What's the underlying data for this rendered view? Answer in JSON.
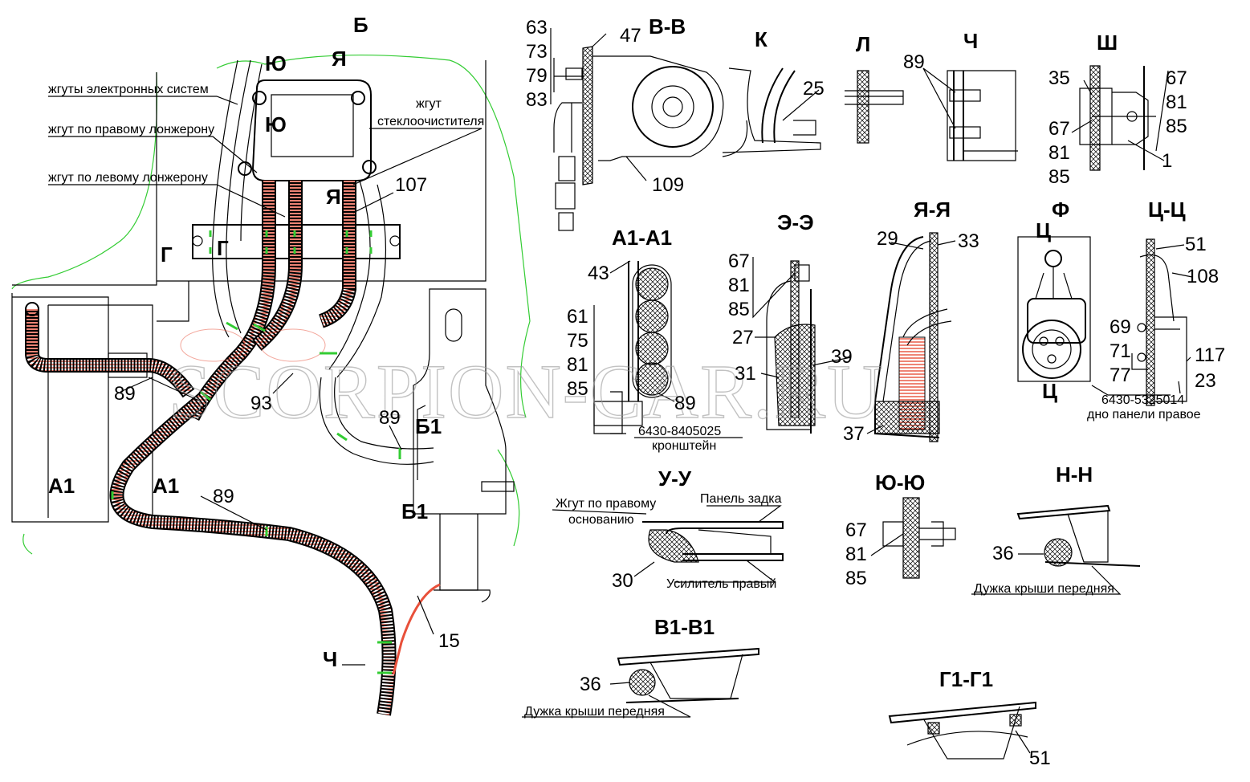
{
  "watermark": "SCORPION-CAR.RU",
  "section_titles": {
    "b": "Б",
    "v_v": "В-В",
    "k": "К",
    "l": "Л",
    "ch": "Ч",
    "sh": "Ш",
    "a1_a1": "А1-А1",
    "e_e": "Э-Э",
    "ya_ya": "Я-Я",
    "f": "Ф",
    "ts_ts": "Ц-Ц",
    "u_u": "У-У",
    "yu_yu": "Ю-Ю",
    "n_n": "Н-Н",
    "v1_v1": "В1-В1",
    "g1_g1": "Г1-Г1"
  },
  "view_markers": {
    "yu_top": "Ю",
    "yu_mid": "Ю",
    "ya_top": "Я",
    "ya_mid": "Я",
    "g_left": "Г",
    "g_right": "Г",
    "a1_left": "А1",
    "a1_right": "А1",
    "b1_top": "Б1",
    "b1_bottom": "Б1",
    "ch_arrow": "Ч",
    "ts_top": "Ц",
    "ts_bottom": "Ц"
  },
  "labels": {
    "harness_electronic": "жгуты электронных систем",
    "harness_right_spar": "жгут по правому лонжерону",
    "harness_left_spar": "жгут по левому лонжерону",
    "harness_wiper_1": "жгут",
    "harness_wiper_2": "стеклоочистителя",
    "bracket_code": "6430-8405025",
    "bracket_name": "кронштейн",
    "panel_code": "6430-5325014",
    "panel_name": "дно панели правое",
    "harness_right_base_1": "Жгут по правому",
    "harness_right_base_2": "основанию",
    "panel_rear": "Панель задка",
    "reinforcement_right": "Усилитель правый",
    "roof_arch_front_1": "Дужка крыши передняя",
    "roof_arch_front_2": "Дужка крыши передняя"
  },
  "callouts": {
    "vv": [
      "63",
      "73",
      "79",
      "83",
      "47",
      "109"
    ],
    "k": "25",
    "ch": "89",
    "sh_right": [
      "67",
      "81",
      "85"
    ],
    "sh_left": [
      "35",
      "67",
      "81",
      "85"
    ],
    "sh_bottom": "1",
    "a1_top": "43",
    "a1_left": [
      "61",
      "75",
      "81",
      "85"
    ],
    "a1_right": "89",
    "ee_left": [
      "67",
      "81",
      "85"
    ],
    "ee_27": "27",
    "ee_31": "31",
    "ee_39": "39",
    "yaya_29": "29",
    "yaya_33": "33",
    "yaya_37": "37",
    "tsts_51": "51",
    "tsts_108": "108",
    "tsts_left": [
      "69",
      "71",
      "77"
    ],
    "tsts_117": "117",
    "tsts_23": "23",
    "main_107": "107",
    "main_89_a": "89",
    "main_93": "93",
    "main_89_b": "89",
    "main_89_c": "89",
    "main_15": "15",
    "uu_30": "30",
    "yuyu": [
      "67",
      "81",
      "85"
    ],
    "nn_36": "36",
    "v1_36": "36",
    "g1_51": "51"
  }
}
